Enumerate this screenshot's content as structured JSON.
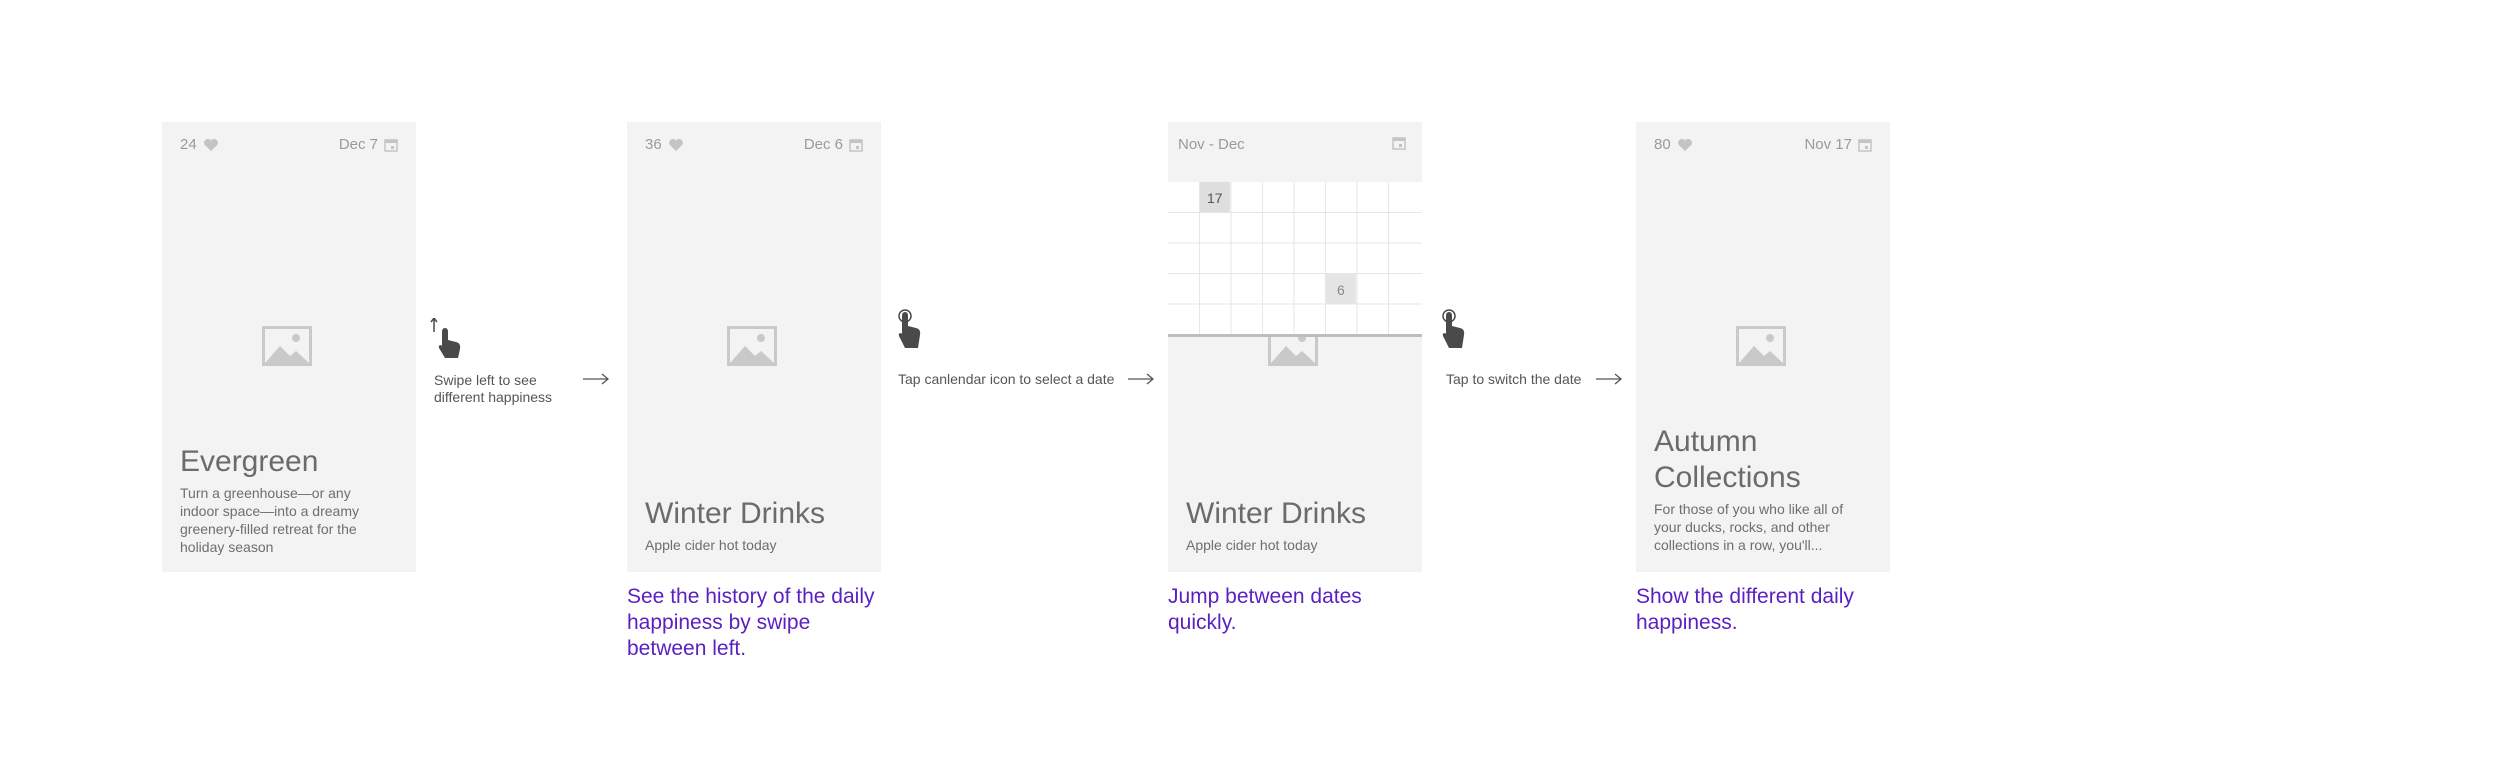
{
  "cards": [
    {
      "likes": "24",
      "date": "Dec 7",
      "title": "Evergreen",
      "desc": "Turn a greenhouse—or any indoor space—into a dreamy greenery-filled retreat for the holiday season"
    },
    {
      "likes": "36",
      "date": "Dec 6",
      "title": "Winter Drinks",
      "desc": "Apple cider hot today"
    },
    {
      "title": "Winter Drinks",
      "desc": "Apple cider hot today"
    },
    {
      "likes": "80",
      "date": "Nov 17",
      "title": "Autumn Collections",
      "desc": "For those of you who like all of your ducks, rocks, and other collections in a row, you'll..."
    }
  ],
  "calendar": {
    "range_label": "Nov - Dec",
    "selected_day": "17",
    "highlight_day": "6"
  },
  "steps": {
    "swipe": "Swipe left to see different happiness",
    "tap_calendar": "Tap canlendar icon to select a date",
    "tap_switch": "Tap to switch the date"
  },
  "captions": {
    "history": "See the history of the daily happiness by swipe between left.",
    "jump": "Jump between dates quickly.",
    "show": "Show the different daily happiness."
  },
  "colors": {
    "card_bg": "#f2f3f2",
    "caption": "#5a1fc0",
    "icon": "#c4c4c4",
    "hand": "#4a4a4a"
  }
}
